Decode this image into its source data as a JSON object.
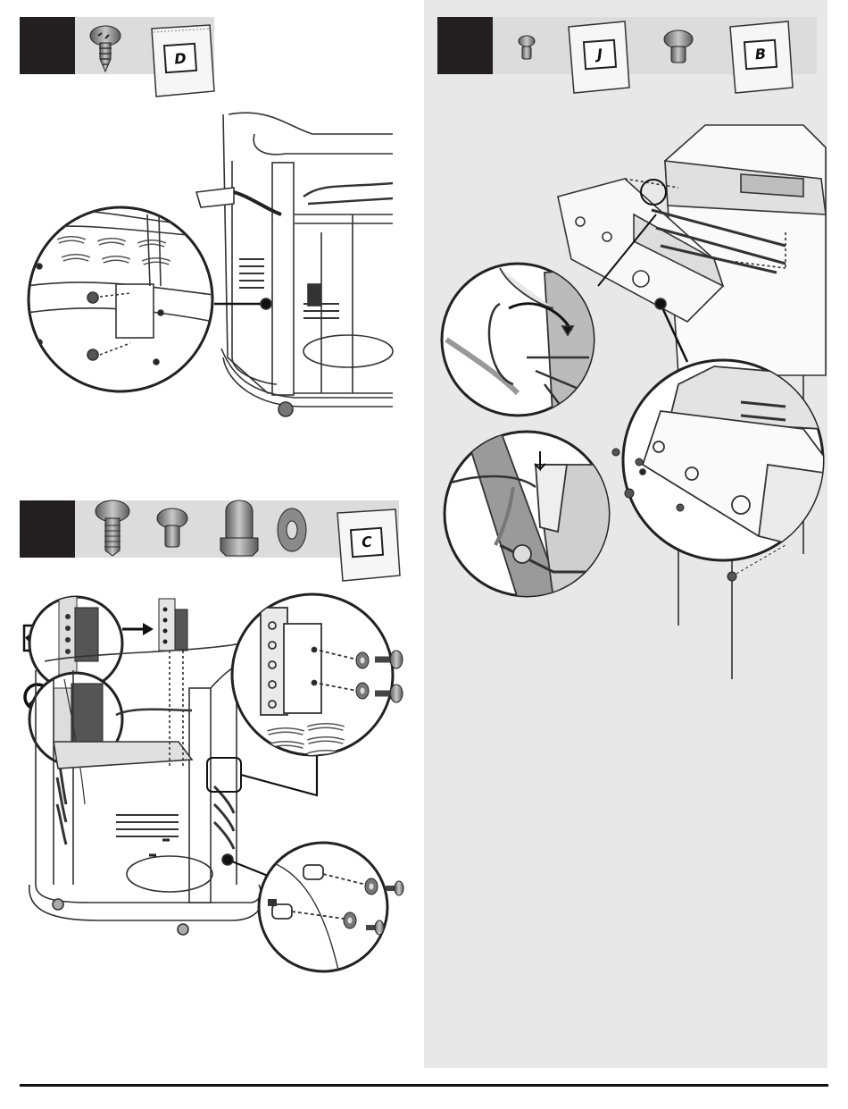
{
  "step_one": {
    "bags": [
      {
        "label": "D"
      }
    ]
  },
  "step_two": {
    "bags": [
      {
        "label": "J"
      },
      {
        "label": "B"
      }
    ]
  },
  "step_three": {
    "bags": [
      {
        "label": "C"
      }
    ]
  },
  "icons": [
    "screw-icon",
    "bolt-icon",
    "cap-nut-icon",
    "washer-icon",
    "checkmark-icon",
    "prohibited-icon"
  ]
}
